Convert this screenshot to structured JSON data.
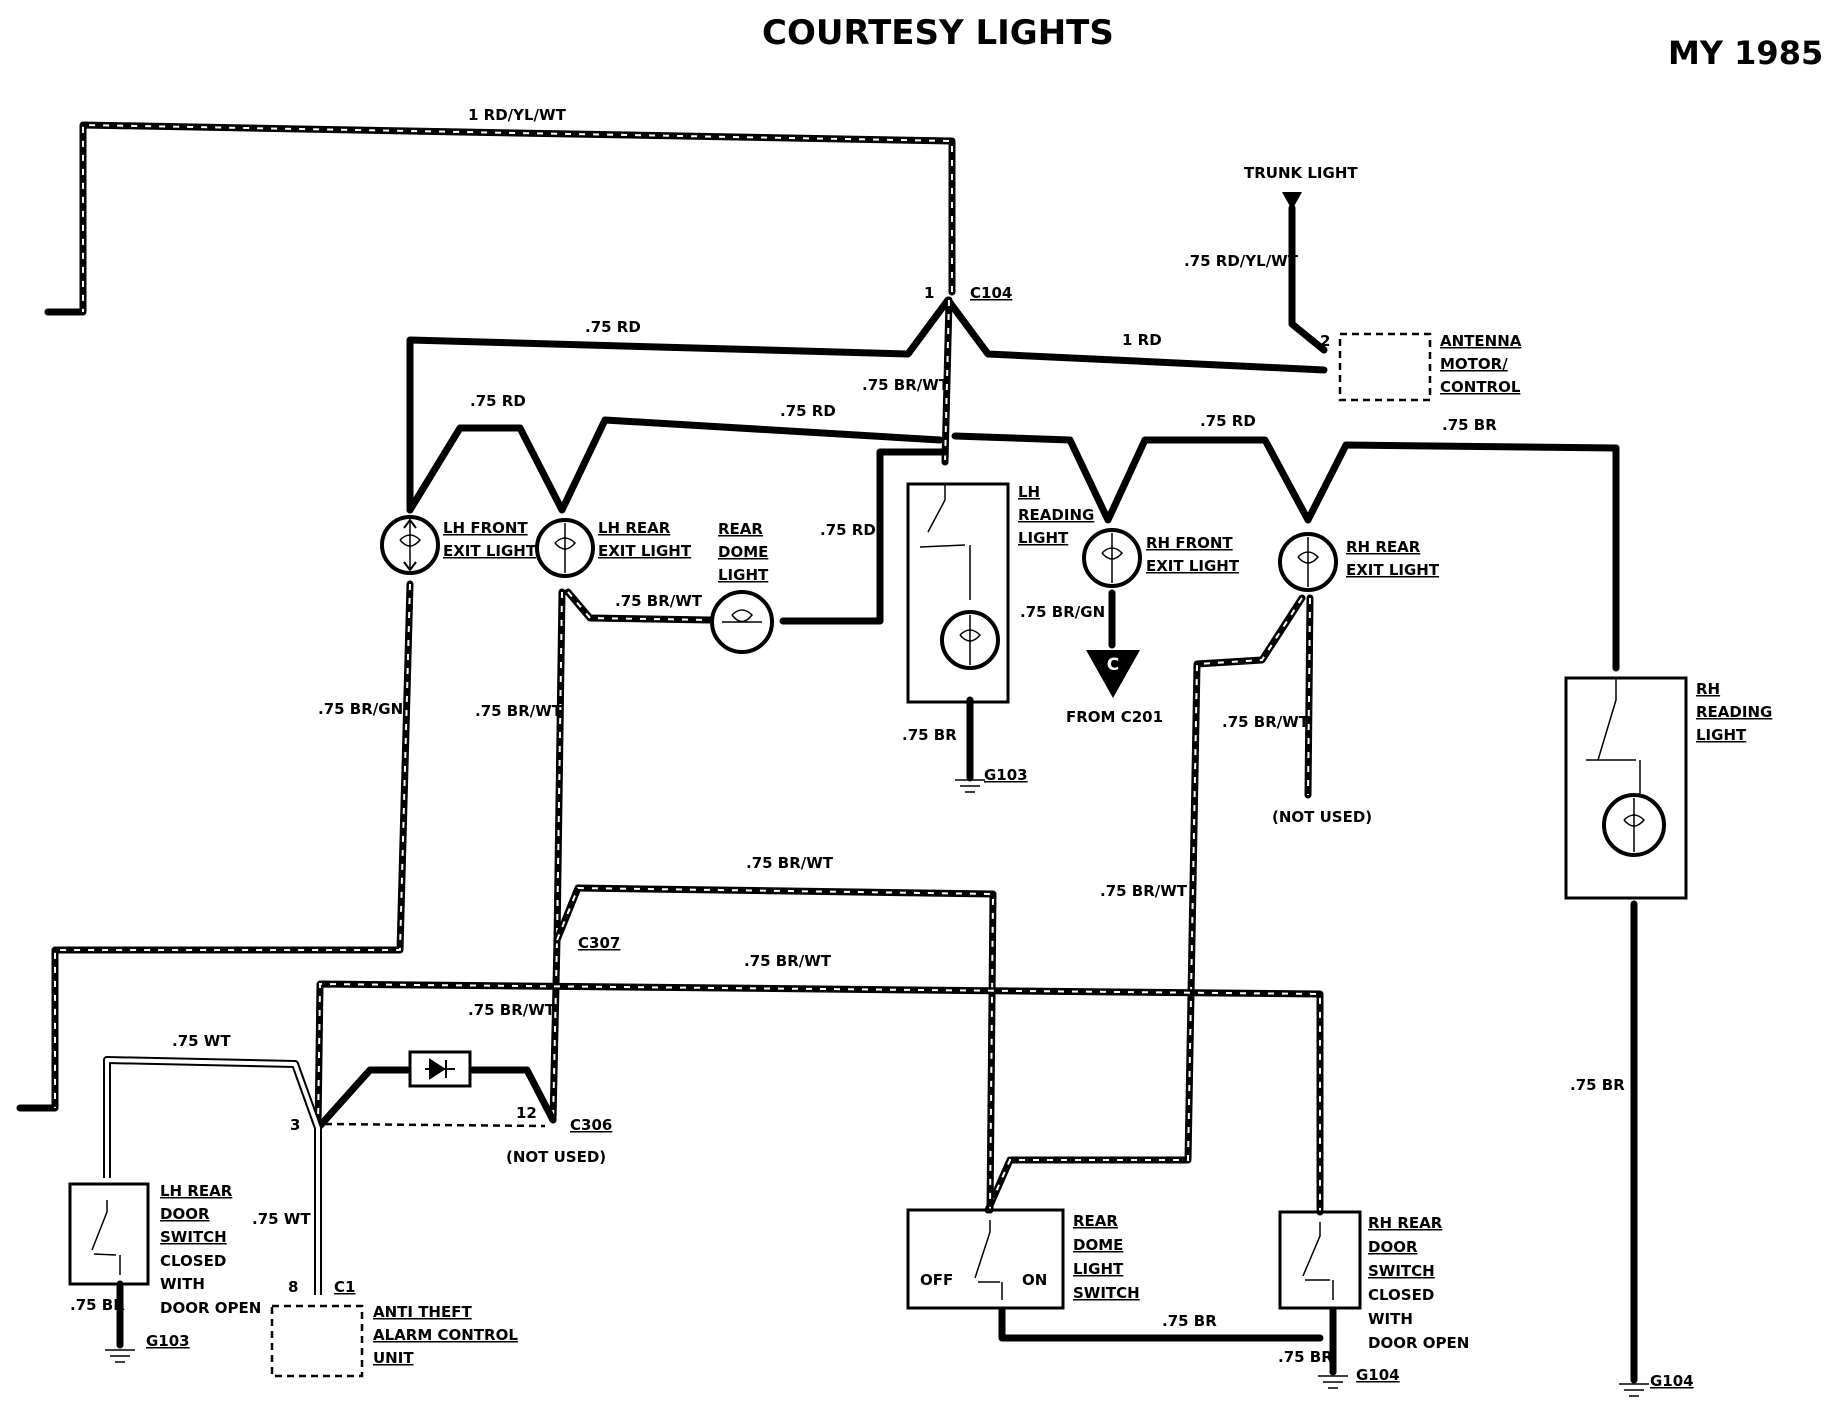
{
  "title": "COURTESY LIGHTS",
  "model_year": "MY 1985",
  "wire_labels": {
    "w_top": "1 RD/YL/WT",
    "w_rd_left": ".75 RD",
    "w_rd_right": "1 RD",
    "w_trunk": ".75 RD/YL/WT",
    "w_brwt_c104": ".75 BR/WT",
    "w_rd_lh1": ".75 RD",
    "w_rd_lh2": ".75 RD",
    "w_rd_dome": ".75 RD",
    "w_rd_rh": ".75 RD",
    "w_br_top": ".75 BR",
    "w_brwt_dome": ".75 BR/WT",
    "w_brgn_lh": ".75 BR/GN",
    "w_brwt_lhrear": ".75 BR/WT",
    "w_brgn_rh": ".75 BR/GN",
    "w_br_g103": ".75 BR",
    "w_brwt_rhrear": ".75 BR/WT",
    "w_brwt_mid1": ".75 BR/WT",
    "w_brwt_mid2": ".75 BR/WT",
    "w_brwt_mid3": ".75 BR/WT",
    "w_brwt_rh2": ".75 BR/WT",
    "w_wt_top": ".75 WT",
    "w_wt_side": ".75 WT",
    "w_br_lhdoor": ".75 BR",
    "w_br_rhrd": ".75 BR",
    "w_br_switch": ".75 BR",
    "w_br_rhdoor": ".75 BR"
  },
  "components": {
    "trunk_light": "TRUNK LIGHT",
    "antenna": [
      "ANTENNA",
      "MOTOR/",
      "CONTROL"
    ],
    "lh_front": [
      "LH FRONT",
      "EXIT LIGHT"
    ],
    "lh_rear": [
      "LH REAR",
      "EXIT LIGHT"
    ],
    "rear_dome": [
      "REAR",
      "DOME",
      "LIGHT"
    ],
    "lh_reading": [
      "LH",
      "READING",
      "LIGHT"
    ],
    "rh_front": [
      "RH FRONT",
      "EXIT LIGHT"
    ],
    "rh_rear": [
      "RH REAR",
      "EXIT LIGHT"
    ],
    "rh_reading": [
      "RH",
      "READING",
      "LIGHT"
    ],
    "lh_door_switch": [
      "LH REAR",
      "DOOR",
      "SWITCH",
      "CLOSED",
      "WITH",
      "DOOR OPEN"
    ],
    "anti_theft": [
      "ANTI THEFT",
      "ALARM CONTROL",
      "UNIT"
    ],
    "rear_dome_switch": [
      "REAR",
      "DOME",
      "LIGHT",
      "SWITCH"
    ],
    "rh_door_switch": [
      "RH REAR",
      "DOOR",
      "SWITCH",
      "CLOSED",
      "WITH",
      "DOOR OPEN"
    ],
    "switch_off": "OFF",
    "switch_on": "ON"
  },
  "connectors": {
    "c104": "C104",
    "c104_pin": "1",
    "antenna_pin": "2",
    "c307": "C307",
    "c306": "C306",
    "c306_pin": "12",
    "alarm_pin": "3",
    "c1": "C1",
    "c1_pin": "8",
    "from_c201": "FROM C201",
    "c_marker": "C",
    "not_used_1": "(NOT USED)",
    "not_used_2": "(NOT USED)"
  },
  "grounds": {
    "g103_a": "G103",
    "g103_b": "G103",
    "g104_a": "G104",
    "g104_b": "G104"
  }
}
